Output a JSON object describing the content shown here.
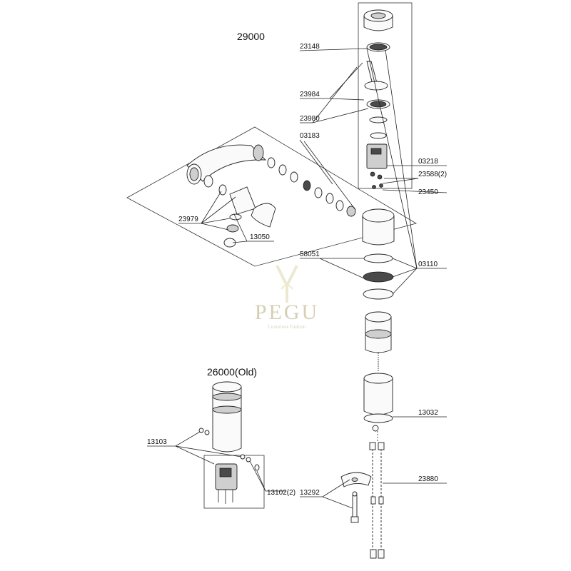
{
  "diagram": {
    "main_title": "29000",
    "sub_title": "26000(Old)",
    "watermark": {
      "brand": "PEGU",
      "tagline": "Luxurious Fashion"
    },
    "part_labels": [
      "23148",
      "23984",
      "23980",
      "03183",
      "03218",
      "23588(2)",
      "23450",
      "23979",
      "13050",
      "58051",
      "03110",
      "13032",
      "13103",
      "23880",
      "13292",
      "13102(2)"
    ]
  }
}
